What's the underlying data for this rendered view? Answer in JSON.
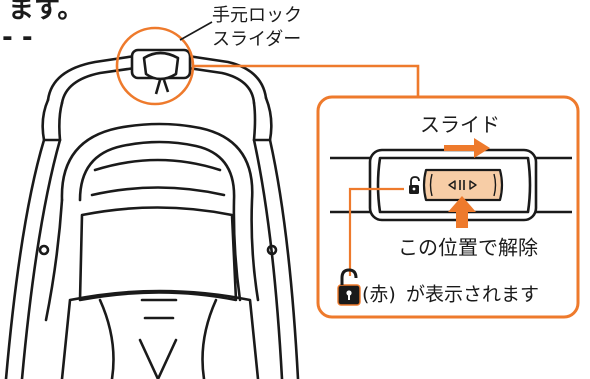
{
  "header": {
    "top_fragment": "ます。",
    "dashes": "- -"
  },
  "callout": {
    "label_line1": "手元ロック",
    "label_line2": "スライダー"
  },
  "detail": {
    "slide_label": "スライド",
    "release_label": "この位置で解除",
    "red_note_paren": "(赤)",
    "red_note_text": "が表示されます"
  },
  "colors": {
    "accent": "#ee7a2c",
    "slider_fill": "#f7cda6",
    "line": "#1a1a1a",
    "lock_icon": "#1a1a1a"
  },
  "icons": {
    "unlock_small": "unlock-icon",
    "unlock_legend": "unlock-icon",
    "arrow_right": "arrow-right-icon",
    "arrow_up": "arrow-up-icon"
  }
}
